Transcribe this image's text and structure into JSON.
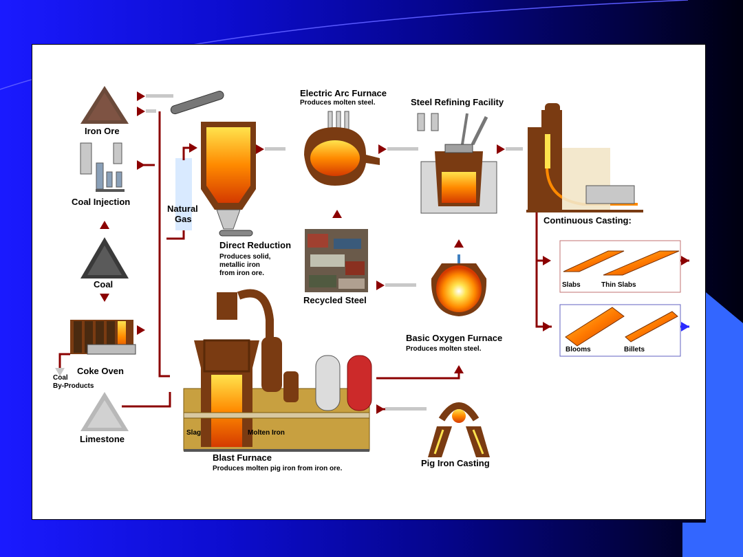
{
  "colors": {
    "background_left": "#1a1aff",
    "background_right": "#000010",
    "accent_block": "#3366ff",
    "flow_arrow": "#8b0000",
    "flow_arrow_gray": "#c8c8c8",
    "furnace_brown": "#7a3b12",
    "molten_orange": "#ff8a00"
  },
  "labels": {
    "iron_ore": "Iron Ore",
    "coal_injection": "Coal Injection",
    "coal": "Coal",
    "coke_oven": "Coke Oven",
    "coal_byproducts_line1": "Coal",
    "coal_byproducts_line2": "By-Products",
    "limestone": "Limestone",
    "natural_gas_line1": "Natural",
    "natural_gas_line2": "Gas",
    "direct_reduction": "Direct Reduction",
    "direct_reduction_desc1": "Produces solid,",
    "direct_reduction_desc2": "metallic iron",
    "direct_reduction_desc3": "from iron ore.",
    "eaf_title": "Electric Arc Furnace",
    "eaf_desc": "Produces molten steel.",
    "refining": "Steel Refining Facility",
    "recycled_steel": "Recycled Steel",
    "bof_title": "Basic Oxygen Furnace",
    "bof_desc": "Produces molten steel.",
    "continuous_casting": "Continuous Casting:",
    "slabs": "Slabs",
    "thin_slabs": "Thin Slabs",
    "blooms": "Blooms",
    "billets": "Billets",
    "blast_furnace": "Blast Furnace",
    "blast_furnace_desc": "Produces molten pig iron from iron ore.",
    "slag": "Slag",
    "molten_iron": "Molten Iron",
    "pig_iron_casting": "Pig Iron Casting"
  }
}
